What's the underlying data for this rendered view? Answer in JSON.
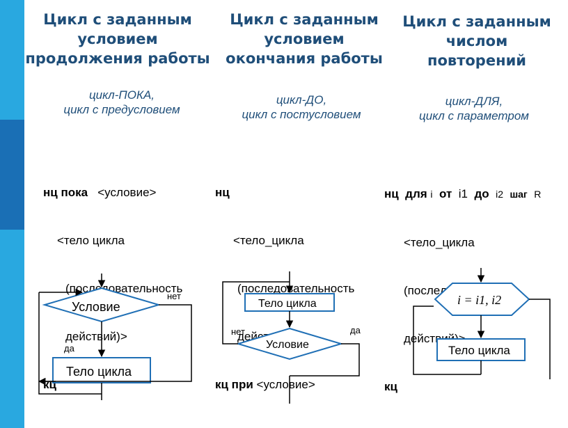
{
  "columns": [
    {
      "title": [
        "Цикл с заданным",
        "условием",
        "продолжения работы"
      ],
      "subtitle": [
        "цикл-ПОКА,",
        "цикл с предусловием"
      ],
      "code": {
        "l1_kw": "нц пока",
        "l1_rest": "<условие>",
        "l2": "<тело цикла",
        "l3": "(последовательность",
        "l4": "действий)>",
        "l5_kw": "кц"
      },
      "diagram": {
        "condition": "Условие",
        "body": "Тело цикла",
        "no": "нет",
        "yes": "да"
      }
    },
    {
      "title": [
        "Цикл с заданным",
        "условием",
        "окончания работы"
      ],
      "subtitle": [
        "цикл-ДО,",
        "цикл с постусловием"
      ],
      "code": {
        "l1_kw": "нц",
        "l2": "<тело_цикла",
        "l3": "(последовательность",
        "l4": "действий)>",
        "l5_kw": "кц при",
        "l5_rest": "<условие>"
      },
      "diagram": {
        "body": "Тело цикла",
        "condition": "Условие",
        "no": "нет",
        "yes": "да"
      }
    },
    {
      "title": [
        "Цикл с заданным",
        "числом",
        "повторений"
      ],
      "subtitle": [
        "цикл-ДЛЯ,",
        "цикл с параметром"
      ],
      "code": {
        "kw_for": "нц  для",
        "var_i": "i",
        "kw_from": "от",
        "i1": "i1",
        "kw_to": "до",
        "i2": "i2",
        "kw_step": "шаг",
        "r": "R",
        "l2": "<тело_цикла",
        "l3": "(последовательность",
        "l4": "действий)>",
        "l5_kw": "кц"
      },
      "diagram": {
        "header": "i = i1, i2",
        "body": "Тело цикла"
      }
    }
  ]
}
